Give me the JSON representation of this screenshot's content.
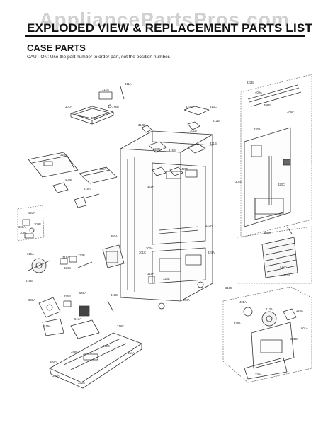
{
  "watermark": "AppliancePartsPros.com",
  "header": {
    "title": "EXPLODED VIEW & REPLACEMENT PARTS LIST"
  },
  "section": {
    "title": "CASE PARTS",
    "caution": "CAUTION: Use the part number to order part, not the position number."
  },
  "labels": {
    "top_left": [
      "301A",
      "411A",
      "312A",
      "415B",
      "301C"
    ],
    "top_center": [
      "310B",
      "310C",
      "312B",
      "310D",
      "301B",
      "321B"
    ],
    "top_right": [
      "322B",
      "409A",
      "409B",
      "409C",
      "320A",
      "320C"
    ],
    "mid_left": [
      "320A",
      "405A",
      "405B",
      "315A",
      "420A"
    ],
    "mid_center": [
      "320D",
      "315B",
      "420B",
      "321A",
      "323A",
      "324A",
      "303A",
      "302A"
    ],
    "mid_right": [
      "302B",
      "303B",
      "412A",
      "414A"
    ],
    "lower_left": [
      "309A",
      "309B",
      "309C",
      "316A",
      "318A",
      "323B",
      "324B",
      "318B"
    ],
    "lower_center": [
      "301C",
      "319A",
      "320E",
      "319B",
      "304A"
    ],
    "lower_right": [
      "316B",
      "401A",
      "413A",
      "325A",
      "329A",
      "601A"
    ],
    "bottom_left": [
      "308A",
      "325B",
      "503A",
      "519A",
      "517A",
      "319C"
    ],
    "bottom_center": [
      "350A",
      "349A",
      "350B",
      "352A",
      "353A",
      "354A"
    ],
    "bottom_right": [
      "601B",
      "330A"
    ]
  }
}
